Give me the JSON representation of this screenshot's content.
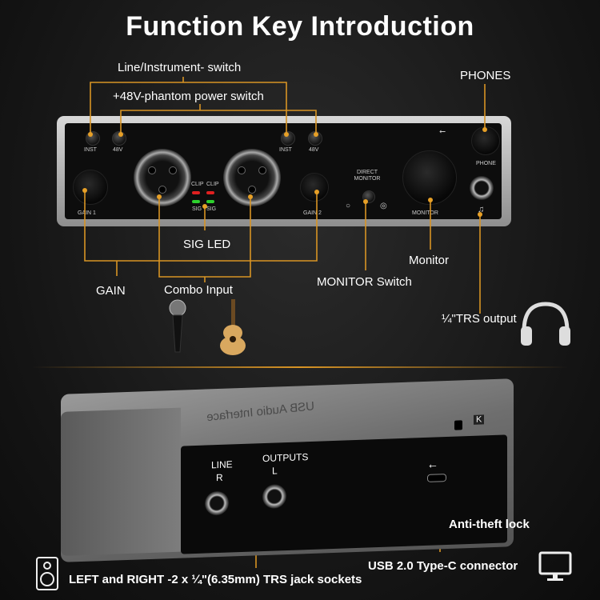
{
  "title": "Function Key Introduction",
  "labels": {
    "line_instrument_switch": "Line/Instrument- switch",
    "phantom_power_switch": "+48V-phantom power switch",
    "phones": "PHONES",
    "sig_led": "SIG LED",
    "monitor": "Monitor",
    "gain": "GAIN",
    "combo_input": "Combo Input",
    "monitor_switch": "MONITOR Switch",
    "trs_output": "¼\"TRS output",
    "anti_theft_lock": "Anti-theft lock",
    "usb_connector": "USB 2.0 Type-C connector",
    "line_outputs": "LEFT and RIGHT -2 x ¼\"(6.35mm) TRS jack sockets"
  },
  "panel_markings": {
    "inst_1": "INST",
    "v48_1": "48V",
    "inst_2": "INST",
    "v48_2": "48V",
    "clip_1": "CLIP",
    "clip_2": "CLIP",
    "sig_1": "SIG",
    "sig_2": "SIG",
    "gain_1": "GAIN 1",
    "gain_2": "GAIN 2",
    "direct_monitor": "DIRECT\nMONITOR",
    "monitor": "MONITOR",
    "phone": "PHONE",
    "back_line": "LINE",
    "back_outputs": "OUTPUTS",
    "back_r": "R",
    "back_l": "L",
    "device_engraving": "USB Audio Interface"
  },
  "icons": [
    "microphone-icon",
    "acoustic-guitar-icon",
    "headphones-icon",
    "speaker-icon",
    "monitor-display-icon",
    "usb-icon",
    "kensington-lock-icon"
  ],
  "colors": {
    "accent": "#d89424",
    "background": "#141414",
    "panel": "#0d0d0d"
  }
}
